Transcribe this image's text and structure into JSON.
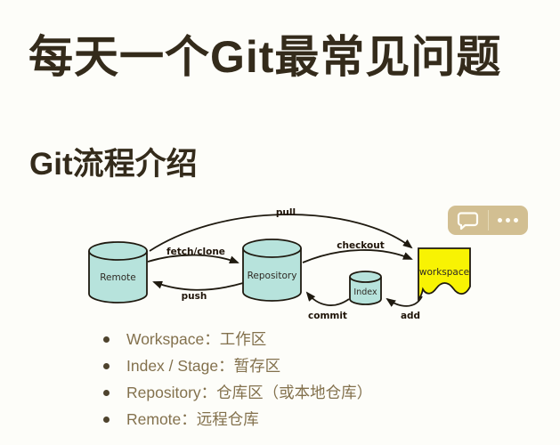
{
  "page": {
    "title": "每天一个Git最常见问题",
    "heading": "Git流程介绍"
  },
  "toolbar": {
    "comment_icon": "comment-bubble-icon",
    "more_icon": "ellipsis-icon"
  },
  "diagram": {
    "nodes": [
      {
        "id": "remote",
        "label": "Remote",
        "shape": "cylinder"
      },
      {
        "id": "repository",
        "label": "Repository",
        "shape": "cylinder"
      },
      {
        "id": "index",
        "label": "Index",
        "shape": "cylinder"
      },
      {
        "id": "workspace",
        "label": "workspace",
        "shape": "document"
      }
    ],
    "edges": [
      {
        "from": "remote",
        "to": "workspace",
        "label": "pull"
      },
      {
        "from": "remote",
        "to": "repository",
        "label": "fetch/clone"
      },
      {
        "from": "repository",
        "to": "workspace",
        "label": "checkout"
      },
      {
        "from": "repository",
        "to": "remote",
        "label": "push"
      },
      {
        "from": "index",
        "to": "repository",
        "label": "commit"
      },
      {
        "from": "workspace",
        "to": "index",
        "label": "add"
      }
    ]
  },
  "list": {
    "items": [
      "Workspace：工作区",
      "Index / Stage：暂存区",
      "Repository：仓库区（或本地仓库）",
      "Remote：远程仓库"
    ]
  },
  "colors": {
    "background": "#fdfdf9",
    "heading_text": "#342b1b",
    "list_text": "#83714d",
    "bullet": "#4e432d",
    "button_bg": "#d2bf92",
    "button_icon": "#fffdf6",
    "cylinder_fill": "#b7e3dc",
    "workspace_fill": "#f8f303",
    "diagram_stroke": "#1f1a10"
  }
}
